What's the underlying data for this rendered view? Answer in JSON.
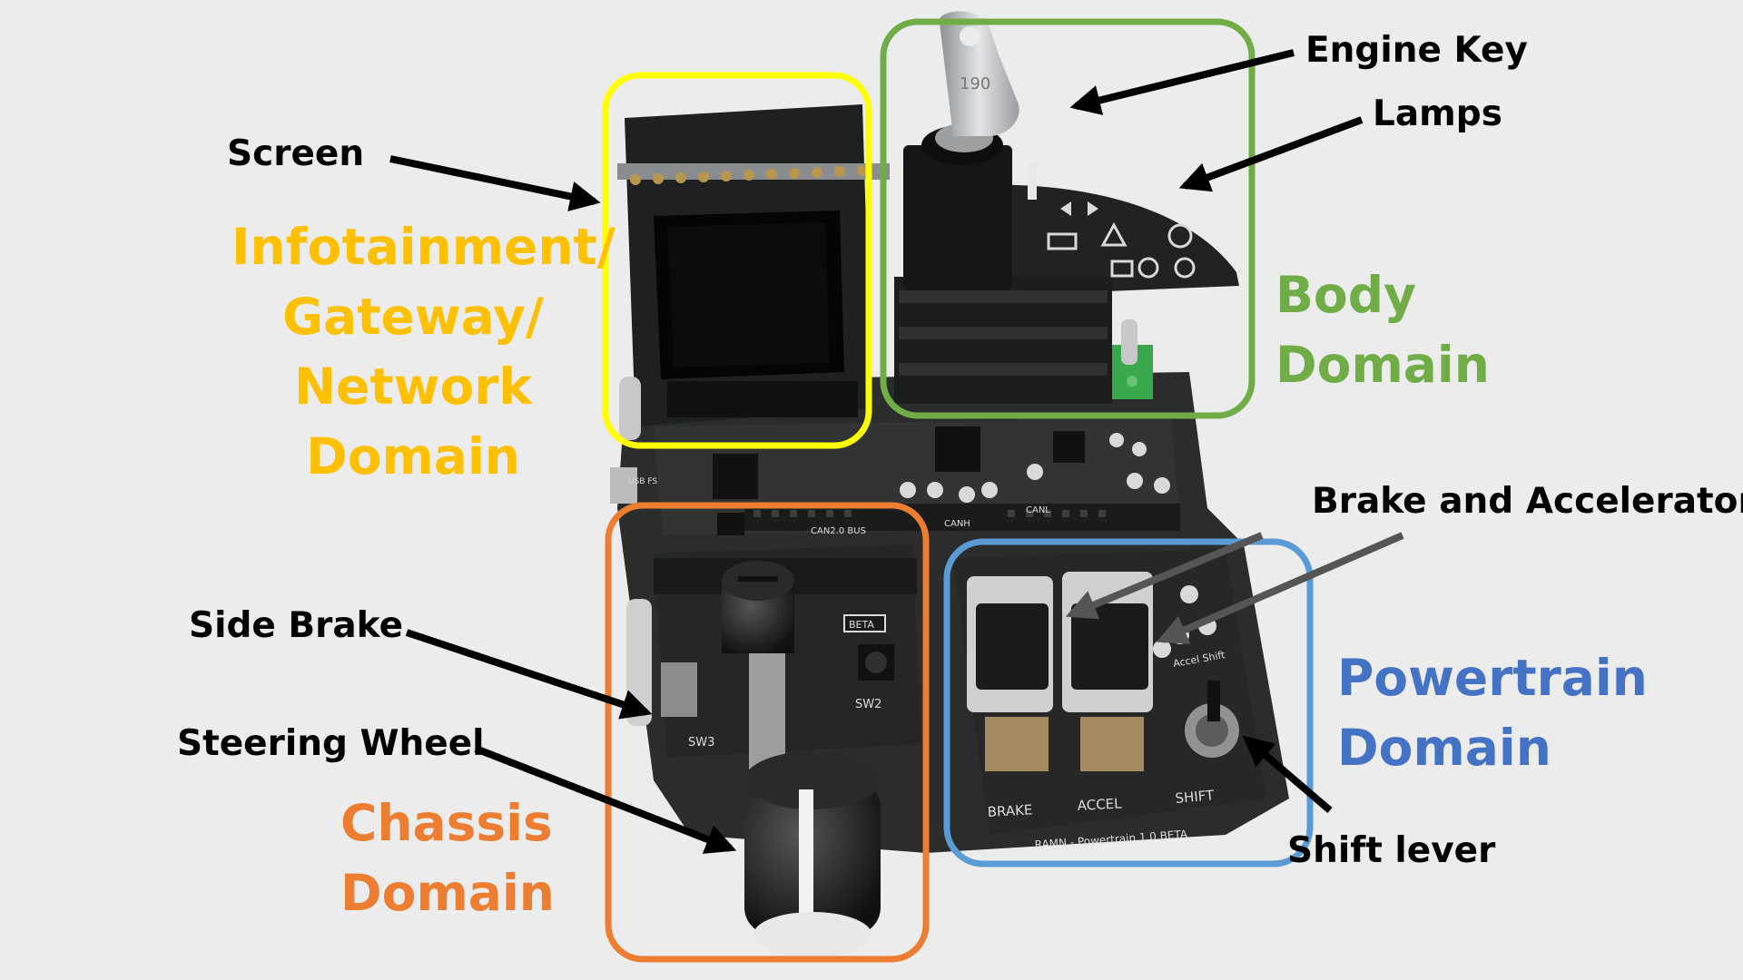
{
  "labels": {
    "screen": "Screen",
    "engine_key": "Engine Key",
    "lamps": "Lamps",
    "brake_and_accelerator": "Brake and Accelerator",
    "side_brake": "Side Brake",
    "steering_wheel": "Steering Wheel",
    "shift_lever": "Shift lever"
  },
  "domains": {
    "infotainment": {
      "lines": [
        "Infotainment/",
        "Gateway/",
        "Network",
        "Domain"
      ],
      "color": "#ffc000",
      "box_color": "#ffff00"
    },
    "body": {
      "lines": [
        "Body",
        "Domain"
      ],
      "color": "#70ad47",
      "box_color": "#70ad47"
    },
    "chassis": {
      "lines": [
        "Chassis",
        "Domain"
      ],
      "color": "#ed7d31",
      "box_color": "#ed7d31"
    },
    "powertrain": {
      "lines": [
        "Powertrain",
        "Domain"
      ],
      "color": "#4472c4",
      "box_color": "#5b9bd5"
    }
  },
  "board_silkscreen": {
    "can_bus": "CAN2.0 BUS",
    "canh": "CANH",
    "canl": "CANL",
    "beta": "BETA",
    "sw2": "SW2",
    "sw3": "SW3",
    "brake": "BRAKE",
    "accel": "ACCEL",
    "shift": "SHIFT",
    "accel_shift": "Accel Shift",
    "powertrain_plate": "RAMN - Powertrain 1.0 BETA",
    "key_number": "190",
    "usb": "USB FS"
  },
  "colors": {
    "background": "#ececec",
    "pcb": "#2a2d2c",
    "arrow": "#000000"
  }
}
